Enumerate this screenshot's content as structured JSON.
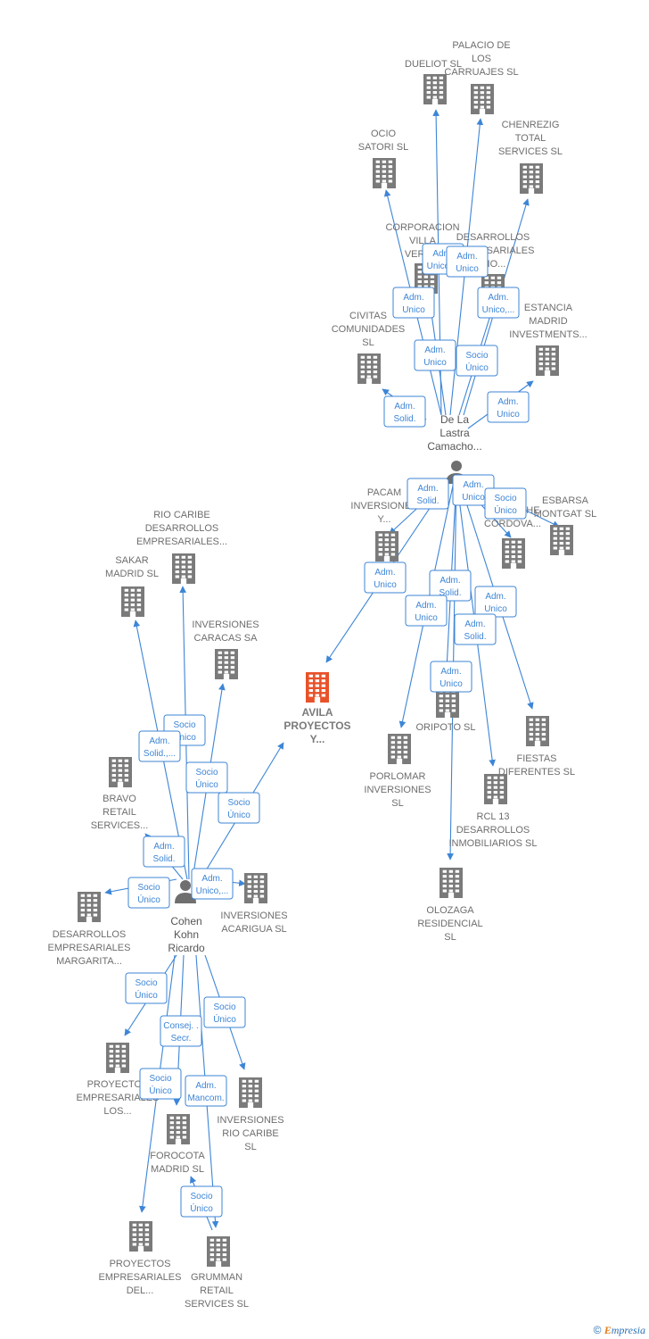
{
  "colors": {
    "edge": "#3d85d6",
    "company": "#7a7a7a",
    "focus_company": "#e8522a",
    "person": "#6f6f6f"
  },
  "nodes": [
    {
      "id": "avila",
      "kind": "focus",
      "lines": [
        "AVILA",
        "PROYECTOS",
        "Y..."
      ]
    },
    {
      "id": "delalastra",
      "kind": "person",
      "lines": [
        "De La",
        "Lastra",
        "Camacho..."
      ]
    },
    {
      "id": "cohen",
      "kind": "person",
      "lines": [
        "Cohen",
        "Kohn",
        "Ricardo"
      ]
    },
    {
      "id": "dueliot",
      "kind": "company",
      "lines": [
        "DUELIOT SL"
      ]
    },
    {
      "id": "palacio",
      "kind": "company",
      "lines": [
        "PALACIO DE",
        "LOS",
        "CARRUAJES SL"
      ]
    },
    {
      "id": "ocio",
      "kind": "company",
      "lines": [
        "OCIO",
        "SATORI SL"
      ]
    },
    {
      "id": "chenrezig",
      "kind": "company",
      "lines": [
        "CHENREZIG",
        "TOTAL",
        "SERVICES  SL"
      ]
    },
    {
      "id": "corporacion",
      "kind": "company",
      "lines": [
        "CORPORACION",
        "VILLA",
        "VERG..."
      ]
    },
    {
      "id": "desarrollosemp",
      "kind": "company",
      "lines": [
        "DESARROLLOS",
        "EMPRESARIALES",
        "RIO..."
      ]
    },
    {
      "id": "civitas",
      "kind": "company",
      "lines": [
        "CIVITAS",
        "COMUNIDADES",
        "SL"
      ]
    },
    {
      "id": "estancia",
      "kind": "company",
      "lines": [
        "ESTANCIA",
        "MADRID",
        "INVESTMENTS..."
      ]
    },
    {
      "id": "pacam",
      "kind": "company",
      "lines": [
        "PACAM",
        "INVERSIONES",
        "Y..."
      ]
    },
    {
      "id": "ensanche",
      "kind": "company",
      "lines": [
        "ENSANCHE",
        "CORDOVA..."
      ]
    },
    {
      "id": "esbarsa",
      "kind": "company",
      "lines": [
        "ESBARSA",
        "MONTGAT  SL"
      ]
    },
    {
      "id": "oripoto",
      "kind": "company",
      "lines": [
        "ORIPOTO  SL"
      ]
    },
    {
      "id": "porlomar",
      "kind": "company",
      "lines": [
        "PORLOMAR",
        "INVERSIONES",
        "SL"
      ]
    },
    {
      "id": "fiestas",
      "kind": "company",
      "lines": [
        "FIESTAS",
        "DIFERENTES SL"
      ]
    },
    {
      "id": "rcl13",
      "kind": "company",
      "lines": [
        "RCL 13",
        "DESARROLLOS",
        "INMOBILIARIOS SL"
      ]
    },
    {
      "id": "olozaga",
      "kind": "company",
      "lines": [
        "OLOZAGA",
        "RESIDENCIAL",
        "SL"
      ]
    },
    {
      "id": "riocaribe",
      "kind": "company",
      "lines": [
        "RIO CARIBE",
        "DESARROLLOS",
        "EMPRESARIALES..."
      ]
    },
    {
      "id": "sakar",
      "kind": "company",
      "lines": [
        "SAKAR",
        "MADRID  SL"
      ]
    },
    {
      "id": "caracas",
      "kind": "company",
      "lines": [
        "INVERSIONES",
        "CARACAS SA"
      ]
    },
    {
      "id": "bravo",
      "kind": "company",
      "lines": [
        "BRAVO",
        "RETAIL",
        "SERVICES..."
      ]
    },
    {
      "id": "acarigua",
      "kind": "company",
      "lines": [
        "INVERSIONES",
        "ACARIGUA  SL"
      ]
    },
    {
      "id": "margarita",
      "kind": "company",
      "lines": [
        "DESARROLLOS",
        "EMPRESARIALES",
        "MARGARITA..."
      ]
    },
    {
      "id": "proylos",
      "kind": "company",
      "lines": [
        "PROYECTOS",
        "EMPRESARIALES",
        "LOS..."
      ]
    },
    {
      "id": "invriocaribe",
      "kind": "company",
      "lines": [
        "INVERSIONES",
        "RIO CARIBE",
        "SL"
      ]
    },
    {
      "id": "forocota",
      "kind": "company",
      "lines": [
        "FOROCOTA",
        "MADRID SL"
      ]
    },
    {
      "id": "proydel",
      "kind": "company",
      "lines": [
        "PROYECTOS",
        "EMPRESARIALES",
        "DEL..."
      ]
    },
    {
      "id": "grumman",
      "kind": "company",
      "lines": [
        "GRUMMAN",
        "RETAIL",
        "SERVICES  SL"
      ]
    }
  ],
  "edges": [
    {
      "from": "delalastra",
      "to": "dueliot",
      "lines": [
        "Adm.",
        "Unico,..."
      ]
    },
    {
      "from": "delalastra",
      "to": "palacio",
      "lines": [
        "Adm.",
        "Unico"
      ]
    },
    {
      "from": "delalastra",
      "to": "ocio",
      "lines": [
        "Adm.",
        "Unico"
      ]
    },
    {
      "from": "delalastra",
      "to": "chenrezig",
      "lines": [
        "Adm.",
        "Unico,..."
      ]
    },
    {
      "from": "delalastra",
      "to": "corporacion",
      "lines": [
        "Adm.",
        "Unico"
      ]
    },
    {
      "from": "delalastra",
      "to": "desarrollosemp",
      "lines": [
        "Socio",
        "Único"
      ]
    },
    {
      "from": "delalastra",
      "to": "civitas",
      "lines": [
        "Adm.",
        "Solid."
      ]
    },
    {
      "from": "delalastra",
      "to": "estancia",
      "lines": [
        "Adm.",
        "Unico"
      ]
    },
    {
      "from": "delalastra",
      "to": "pacam",
      "lines": [
        "Adm.",
        "Solid."
      ]
    },
    {
      "from": "delalastra",
      "to": "ensanche",
      "lines": [
        "Adm.",
        "Unico"
      ]
    },
    {
      "from": "delalastra",
      "to": "esbarsa",
      "lines": [
        "Socio",
        "Único"
      ]
    },
    {
      "from": "delalastra",
      "to": "avila",
      "lines": [
        "Adm.",
        "Unico"
      ]
    },
    {
      "from": "delalastra",
      "to": "oripoto",
      "lines": [
        "Adm.",
        "Solid."
      ]
    },
    {
      "from": "delalastra",
      "to": "porlomar",
      "lines": [
        "Adm.",
        "Unico"
      ]
    },
    {
      "from": "delalastra",
      "to": "fiestas",
      "lines": [
        "Adm.",
        "Unico"
      ]
    },
    {
      "from": "delalastra",
      "to": "rcl13",
      "lines": [
        "Adm.",
        "Solid."
      ]
    },
    {
      "from": "delalastra",
      "to": "olozaga",
      "lines": [
        "Adm.",
        "Unico"
      ]
    },
    {
      "from": "cohen",
      "to": "riocaribe",
      "lines": [
        "Socio",
        "Único"
      ]
    },
    {
      "from": "cohen",
      "to": "sakar",
      "lines": [
        "Adm.",
        "Solid.,..."
      ]
    },
    {
      "from": "cohen",
      "to": "caracas",
      "lines": [
        "Socio",
        "Único"
      ]
    },
    {
      "from": "cohen",
      "to": "avila",
      "lines": [
        "Socio",
        "Único"
      ]
    },
    {
      "from": "cohen",
      "to": "bravo",
      "lines": [
        "Adm.",
        "Solid."
      ]
    },
    {
      "from": "cohen",
      "to": "acarigua",
      "lines": [
        "Adm.",
        "Unico,..."
      ]
    },
    {
      "from": "cohen",
      "to": "margarita",
      "lines": [
        "Socio",
        "Único"
      ]
    },
    {
      "from": "cohen",
      "to": "proylos",
      "lines": [
        "Socio",
        "Único"
      ]
    },
    {
      "from": "cohen",
      "to": "invriocaribe",
      "lines": [
        "Socio",
        "Único"
      ]
    },
    {
      "from": "cohen",
      "to": "forocota",
      "lines": [
        "Consej. .",
        "Secr."
      ]
    },
    {
      "from": "cohen",
      "to": "proydel",
      "lines": [
        "Socio",
        "Único"
      ]
    },
    {
      "from": "cohen",
      "to": "grumman",
      "lines": [
        "Adm.",
        "Mancom."
      ]
    },
    {
      "from": "cohen",
      "to": "grumman",
      "lines": [
        "Socio",
        "Único"
      ]
    }
  ],
  "footer": {
    "copyright": "©",
    "brand_initial": "E",
    "brand_rest": "mpresia"
  }
}
